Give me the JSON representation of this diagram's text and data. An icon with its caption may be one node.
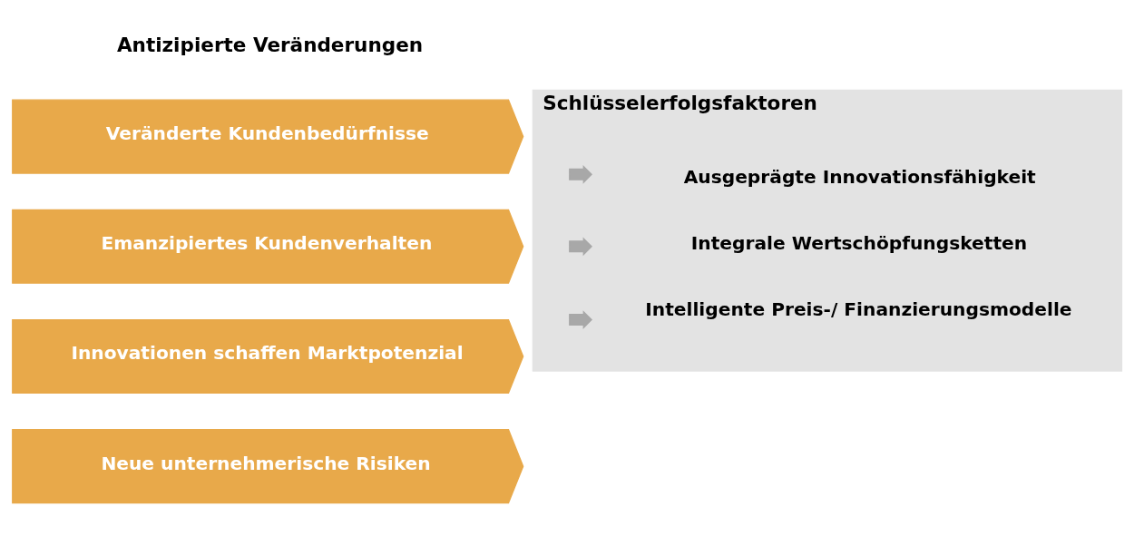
{
  "diagram": {
    "nodes": [
      {
        "text": [
          "Veränderte Kundenbedürfnisse"
        ]
      },
      {
        "text": [
          "Emanzipiertes Kundenverhalten"
        ]
      },
      {
        "text": [
          "Innovationen schaffen Marktpotenzial"
        ]
      },
      {
        "text": [
          "Neue unternehmerische Risiken"
        ]
      },
      {
        "text": [
          "Schlüsselerfolgsfaktoren"
        ]
      },
      {
        "text": [
          "Ausgeprägte Innovationsfähigkeit"
        ],
        "in": 4
      },
      {
        "text": [
          "Integrale Wertschöpfungsketten"
        ],
        "in": 4
      },
      {
        "text": [
          "Intelligente Preis-/ Finanzierungsmodelle"
        ],
        "in": 4
      }
    ],
    "edges": [],
    "labels": [
      "Antizipierte Veränderungen"
    ]
  }
}
